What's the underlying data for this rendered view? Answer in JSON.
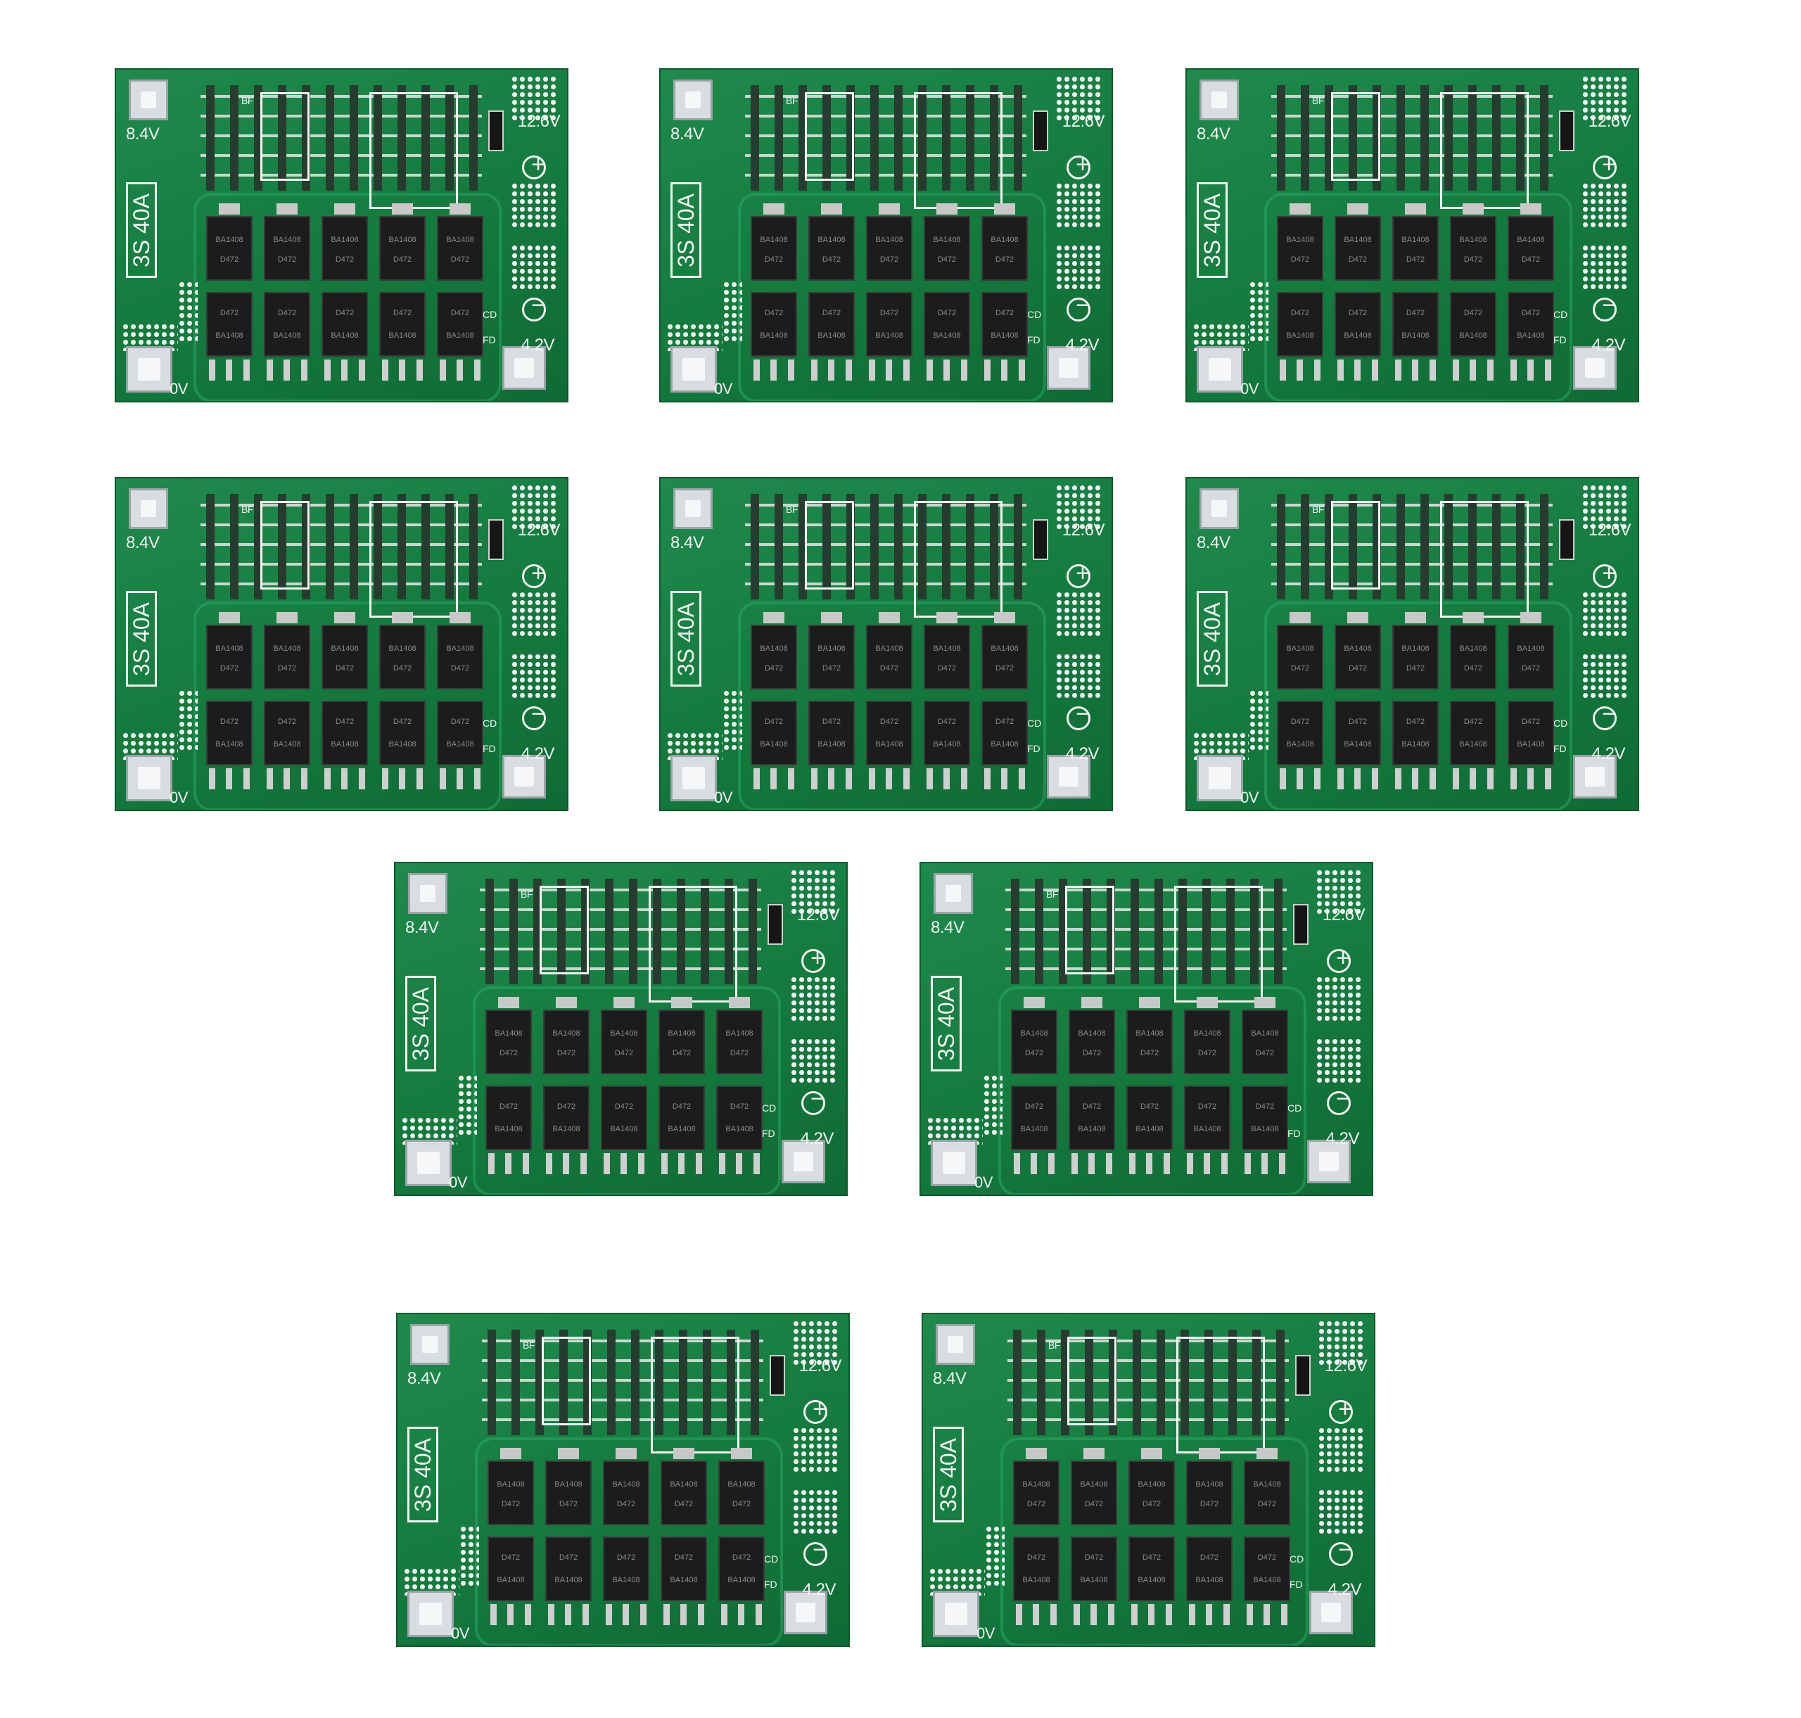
{
  "boards": [
    {
      "rating_label": "3S 40A",
      "voltage_84": "8.4V",
      "voltage_126": "12.6V",
      "voltage_42": "4.2V",
      "voltage_0": "0V",
      "plus_symbol": "+",
      "minus_symbol": "−",
      "cd_label": "CD",
      "fd_label": "FD",
      "bf_label": "BF"
    },
    {
      "rating_label": "3S 40A",
      "voltage_84": "8.4V",
      "voltage_126": "12.6V",
      "voltage_42": "4.2V",
      "voltage_0": "0V",
      "plus_symbol": "+",
      "minus_symbol": "−",
      "cd_label": "CD",
      "fd_label": "FD",
      "bf_label": "BF"
    },
    {
      "rating_label": "3S 40A",
      "voltage_84": "8.4V",
      "voltage_126": "12.6V",
      "voltage_42": "4.2V",
      "voltage_0": "0V",
      "plus_symbol": "+",
      "minus_symbol": "−",
      "cd_label": "CD",
      "fd_label": "FD",
      "bf_label": "BF"
    },
    {
      "rating_label": "3S 40A",
      "voltage_84": "8.4V",
      "voltage_126": "12.6V",
      "voltage_42": "4.2V",
      "voltage_0": "0V",
      "plus_symbol": "+",
      "minus_symbol": "−",
      "cd_label": "CD",
      "fd_label": "FD",
      "bf_label": "BF"
    },
    {
      "rating_label": "3S 40A",
      "voltage_84": "8.4V",
      "voltage_126": "12.6V",
      "voltage_42": "4.2V",
      "voltage_0": "0V",
      "plus_symbol": "+",
      "minus_symbol": "−",
      "cd_label": "CD",
      "fd_label": "FD",
      "bf_label": "BF"
    },
    {
      "rating_label": "3S 40A",
      "voltage_84": "8.4V",
      "voltage_126": "12.6V",
      "voltage_42": "4.2V",
      "voltage_0": "0V",
      "plus_symbol": "+",
      "minus_symbol": "−",
      "cd_label": "CD",
      "fd_label": "FD",
      "bf_label": "BF"
    },
    {
      "rating_label": "3S 40A",
      "voltage_84": "8.4V",
      "voltage_126": "12.6V",
      "voltage_42": "4.2V",
      "voltage_0": "0V",
      "plus_symbol": "+",
      "minus_symbol": "−",
      "cd_label": "CD",
      "fd_label": "FD",
      "bf_label": "BF"
    },
    {
      "rating_label": "3S 40A",
      "voltage_84": "8.4V",
      "voltage_126": "12.6V",
      "voltage_42": "4.2V",
      "voltage_0": "0V",
      "plus_symbol": "+",
      "minus_symbol": "−",
      "cd_label": "CD",
      "fd_label": "FD",
      "bf_label": "BF"
    },
    {
      "rating_label": "3S 40A",
      "voltage_84": "8.4V",
      "voltage_126": "12.6V",
      "voltage_42": "4.2V",
      "voltage_0": "0V",
      "plus_symbol": "+",
      "minus_symbol": "−",
      "cd_label": "CD",
      "fd_label": "FD",
      "bf_label": "BF"
    },
    {
      "rating_label": "3S 40A",
      "voltage_84": "8.4V",
      "voltage_126": "12.6V",
      "voltage_42": "4.2V",
      "voltage_0": "0V",
      "plus_symbol": "+",
      "minus_symbol": "−",
      "cd_label": "CD",
      "fd_label": "FD",
      "bf_label": "BF"
    }
  ],
  "mosfet_marking_upper": "BA1408",
  "mosfet_marking_lower": "D472",
  "colors": {
    "pcb_green": "#147a3e",
    "silkscreen": "#f1f5f2",
    "chip_black": "#1c1c1c",
    "pad_silver": "#d9dde0",
    "background": "#ffffff"
  }
}
